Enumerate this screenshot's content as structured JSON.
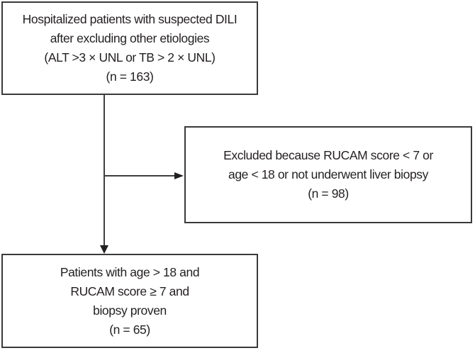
{
  "colors": {
    "background": "#ffffff",
    "box_border": "#3a3a3a",
    "text": "#231f20",
    "connector": "#3f3f3f",
    "arrow": "#231f20"
  },
  "nodes": {
    "initial": {
      "lines": [
        "Hospitalized patients with suspected DILI",
        "after excluding other etiologies",
        "(ALT >3 × UNL or TB > 2 × UNL)",
        "(n = 163)"
      ],
      "n": 163
    },
    "excluded": {
      "lines": [
        "Excluded because RUCAM score < 7 or",
        "age < 18 or not underwent liver biopsy",
        "(n = 98)"
      ],
      "n": 98
    },
    "included": {
      "lines": [
        "Patients with age > 18 and",
        "RUCAM score ≥ 7 and",
        "biopsy proven",
        "(n = 65)"
      ],
      "n": 65
    }
  },
  "edges": [
    {
      "from": "initial",
      "to": "included",
      "type": "arrow-down"
    },
    {
      "from": "initial",
      "to": "excluded",
      "type": "arrow-right"
    }
  ]
}
